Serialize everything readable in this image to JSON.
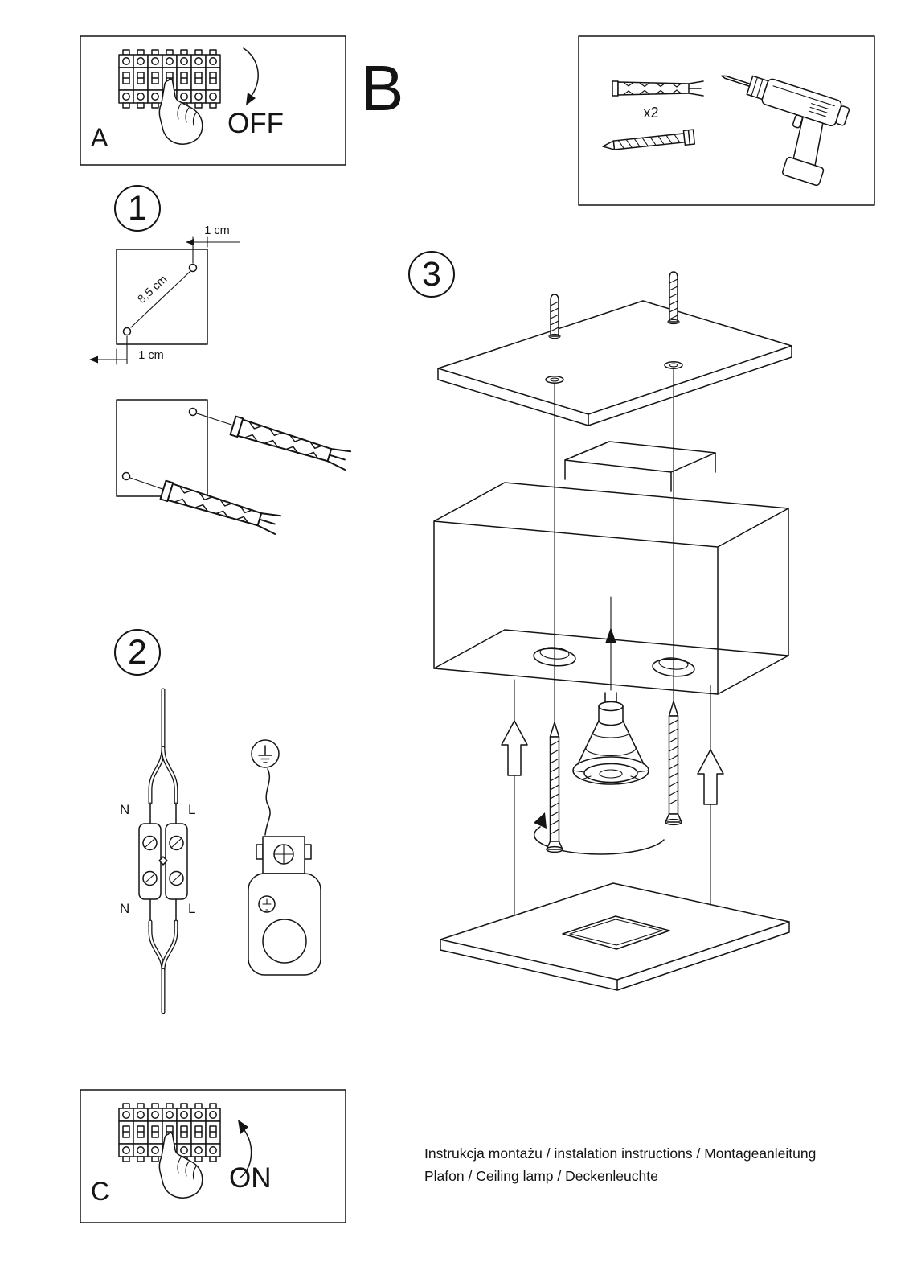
{
  "panel_a": {
    "label": "A",
    "state": "OFF"
  },
  "section_b": {
    "label": "B"
  },
  "parts_box": {
    "quantity": "x2"
  },
  "step_1": {
    "number": "1",
    "dim_top": "1 cm",
    "dim_diagonal": "8,5 cm",
    "dim_bottom": "1 cm"
  },
  "step_2": {
    "number": "2",
    "neutral_top": "N",
    "live_top": "L",
    "neutral_bottom": "N",
    "live_bottom": "L"
  },
  "step_3": {
    "number": "3"
  },
  "panel_c": {
    "label": "C",
    "state": "ON"
  },
  "footer": {
    "line1": "Instrukcja montażu / instalation instructions / Montageanleitung",
    "line2": "Plafon / Ceiling lamp / Deckenleuchte"
  },
  "colors": {
    "ink": "#141414",
    "paper": "#ffffff"
  },
  "icons": {
    "breaker_panel": "circuit-breaker-panel",
    "pointing_hand": "pointing-hand",
    "off_arrow": "curved-arrow-down",
    "on_arrow": "curved-arrow-up",
    "wall_anchor": "wall-plug-anchor",
    "screw": "wood-screw",
    "drill": "power-drill",
    "ground": "earth-ground-symbol",
    "push_arrow": "hollow-up-arrow",
    "rotation_arrow": "turn-ellipse-arrow"
  }
}
